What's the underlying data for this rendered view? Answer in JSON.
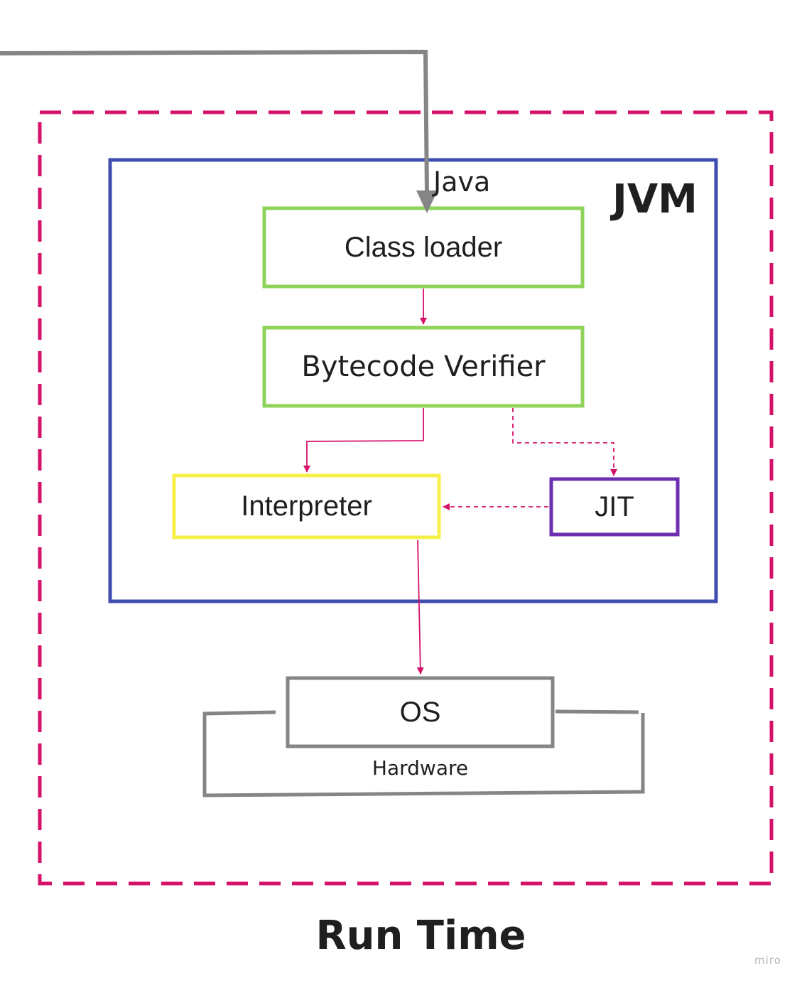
{
  "diagram": {
    "labels": {
      "java": "Java",
      "jvm": "JVM",
      "class_loader": "Class loader",
      "bytecode_verifier": "Bytecode Verifier",
      "interpreter": "Interpreter",
      "jit": "JIT",
      "os": "OS",
      "hardware": "Hardware",
      "run_time": "Run Time",
      "watermark": "miro"
    },
    "colors": {
      "runtime_border": "#d5126a",
      "jvm_border": "#3f4cb0",
      "green_box": "#8fd35a",
      "interpreter_box": "#f7ef4a",
      "jit_box": "#6c2fb0",
      "gray": "#858585",
      "arrow": "#d5126a"
    },
    "edges": [
      {
        "from": "java-source",
        "to": "class-loader",
        "style": "solid"
      },
      {
        "from": "class-loader",
        "to": "bytecode-verifier",
        "style": "solid"
      },
      {
        "from": "bytecode-verifier",
        "to": "interpreter",
        "style": "solid"
      },
      {
        "from": "bytecode-verifier",
        "to": "jit",
        "style": "dashed"
      },
      {
        "from": "jit",
        "to": "interpreter",
        "style": "dashed"
      },
      {
        "from": "interpreter",
        "to": "os",
        "style": "solid"
      }
    ]
  }
}
